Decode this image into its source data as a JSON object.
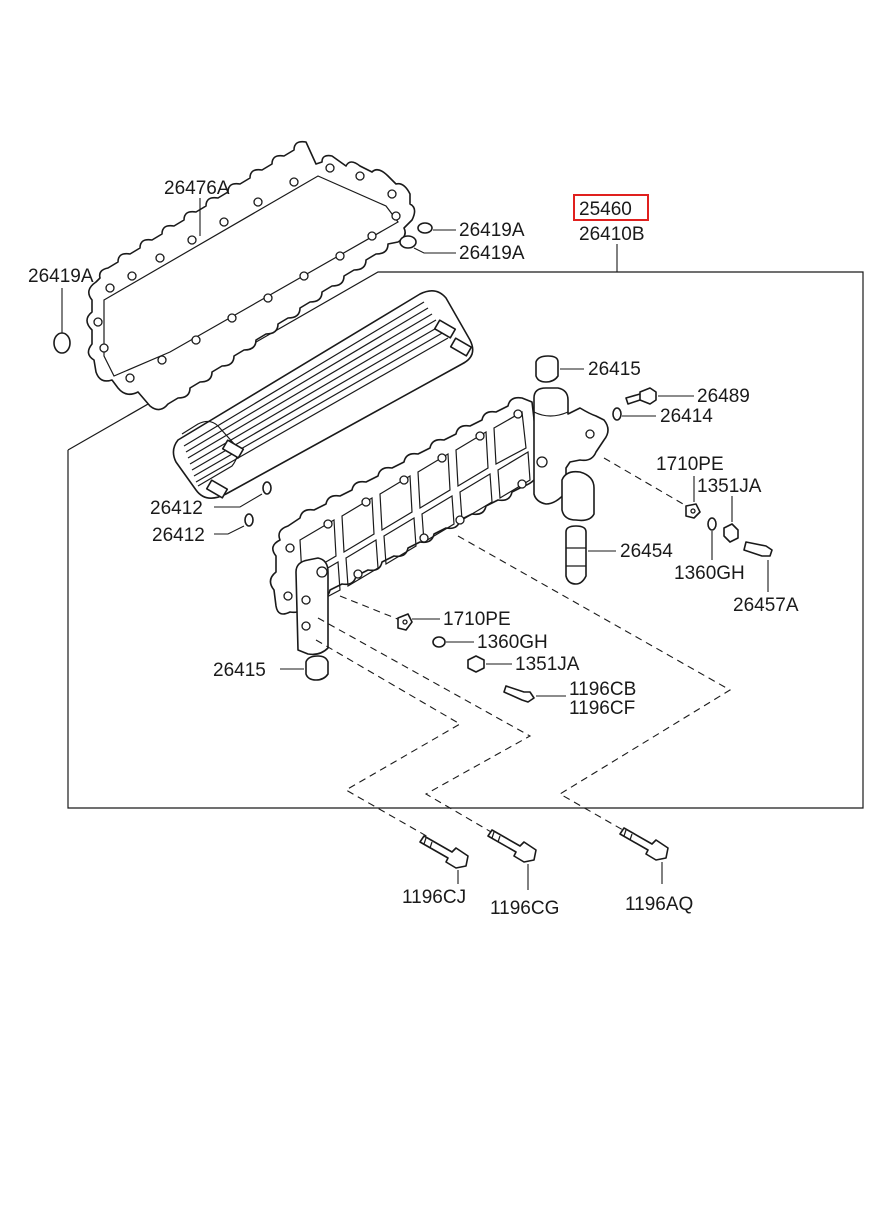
{
  "highlight_color": "#e0201e",
  "parts": {
    "gasket": "26476A",
    "oring_top_1": "26419A",
    "oring_top_2": "26419A",
    "oring_left": "26419A",
    "assembly_highlighted": "25460",
    "assembly": "26410B",
    "plug_top": "26415",
    "bolt_26489": "26489",
    "oring_26414": "26414",
    "oring_26412_1": "26412",
    "oring_26412_2": "26412",
    "washer_right": "1710PE",
    "nut_right": "1351JA",
    "valve": "26454",
    "spring_washer_right": "1360GH",
    "bolt_right": "26457A",
    "washer_center": "1710PE",
    "spring_washer_center": "1360GH",
    "nut_center": "1351JA",
    "plug_left": "26415",
    "bolt_center_1": "1196CB",
    "bolt_center_2": "1196CF",
    "bolt_bottom_1": "1196CJ",
    "bolt_bottom_2": "1196CG",
    "bolt_bottom_3": "1196AQ"
  }
}
